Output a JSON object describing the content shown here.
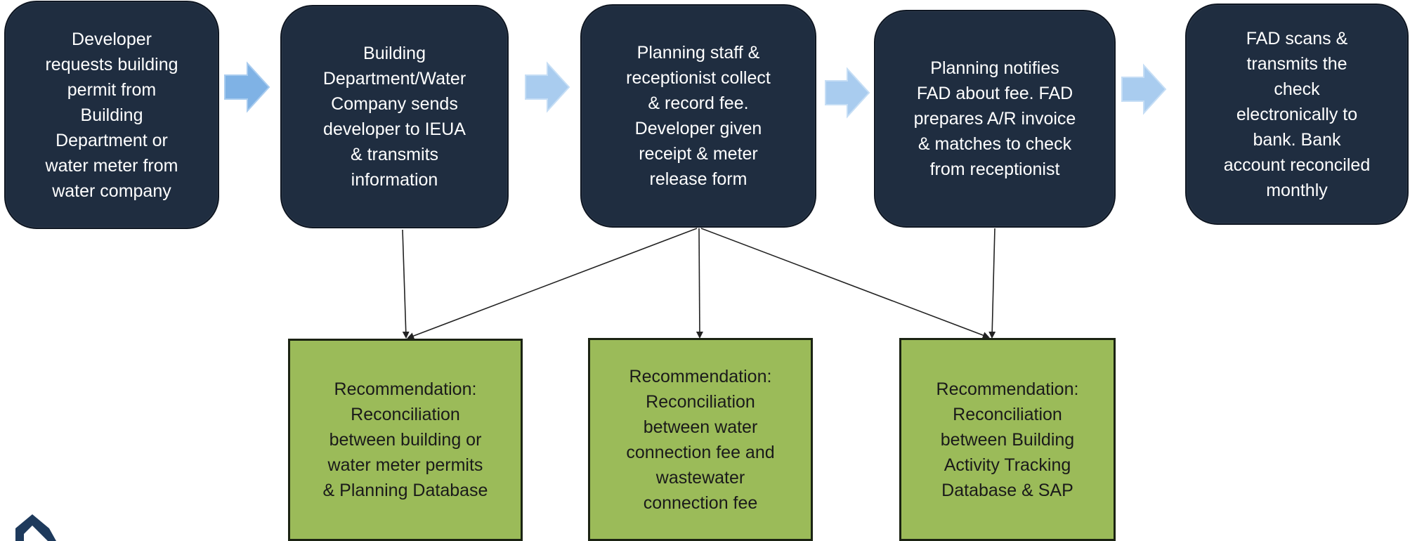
{
  "process_steps": [
    {
      "text": "Developer\nrequests building\npermit from\nBuilding\nDepartment or\nwater meter from\nwater company"
    },
    {
      "text": "Building\nDepartment/Water\nCompany sends\ndeveloper to IEUA\n& transmits\ninformation"
    },
    {
      "text": "Planning staff &\nreceptionist collect\n& record fee.\nDeveloper given\nreceipt & meter\nrelease form"
    },
    {
      "text": "Planning notifies\nFAD about fee.  FAD\nprepares A/R invoice\n& matches to check\nfrom receptionist"
    },
    {
      "text": "FAD scans &\ntransmits the\ncheck\nelectronically to\nbank.  Bank\naccount reconciled\nmonthly"
    }
  ],
  "recommendations": [
    {
      "text": "Recommendation:\nReconciliation\nbetween building or\nwater meter permits\n& Planning Database"
    },
    {
      "text": "Recommendation:\nReconciliation\nbetween water\nconnection fee and\nwastewater\nconnection fee"
    },
    {
      "text": "Recommendation:\nReconciliation\nbetween Building\nActivity Tracking\nDatabase & SAP"
    }
  ],
  "colors": {
    "process_fill": "#1f2d40",
    "recommendation_fill": "#9bbb59",
    "flow_arrow": "#7fb2e5",
    "connector": "#222222"
  },
  "icons": {
    "flow_arrow": "right-block-arrow-icon",
    "corner_logo": "partial-logo-icon"
  }
}
